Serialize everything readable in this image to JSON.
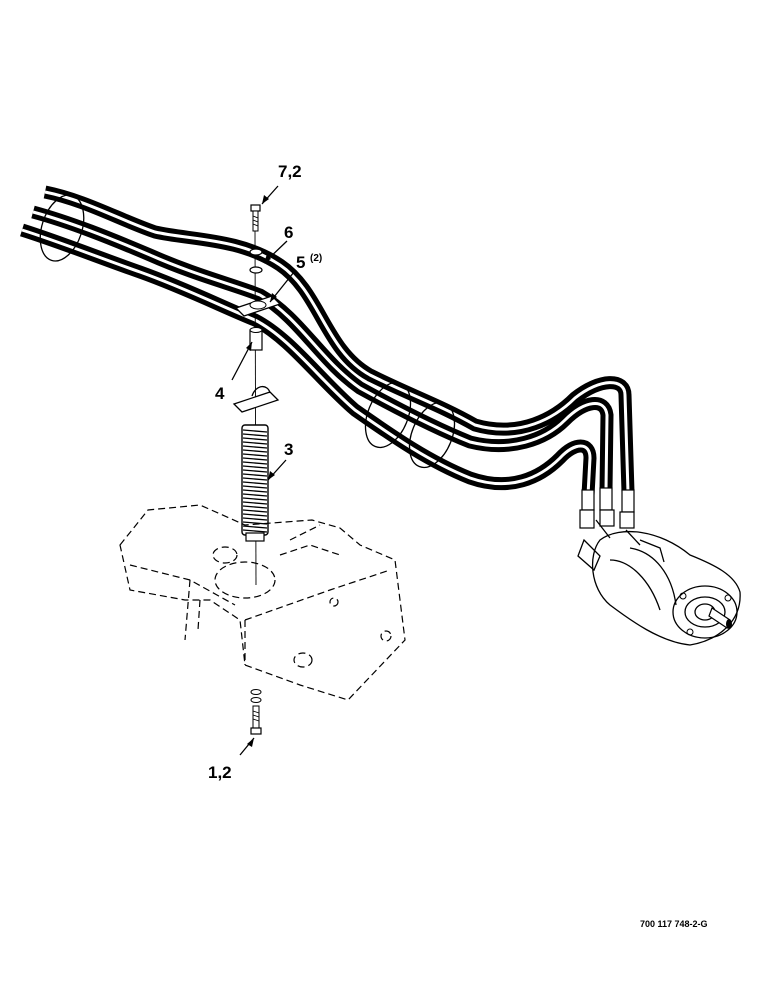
{
  "callouts": {
    "bolt_top": "7,2",
    "washer": "6",
    "clamp_half": "5",
    "clamp_half_qty": "(2)",
    "spacer": "4",
    "spring": "3",
    "bolt_bottom": "1,2"
  },
  "document_number": "700 117 748-2-G"
}
